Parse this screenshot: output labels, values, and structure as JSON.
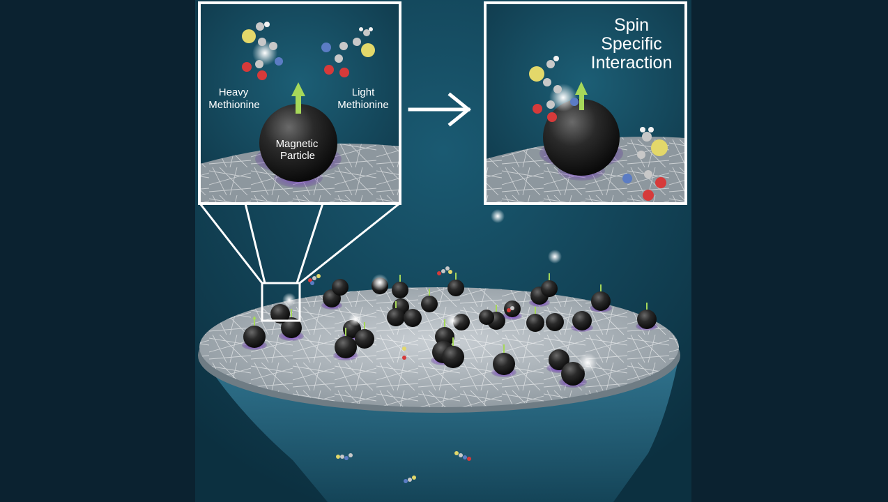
{
  "panel_left": {
    "label_heavy": [
      "Heavy",
      "Methionine"
    ],
    "label_light": [
      "Light",
      "Methionine"
    ],
    "label_particle": [
      "Magnetic",
      "Particle"
    ]
  },
  "panel_right": {
    "title": [
      "Spin",
      "Specific",
      "Interaction"
    ]
  },
  "colors": {
    "background": "#0b2230",
    "scene": "#114458",
    "frame": "#ffffff",
    "spin_arrow": "#a6d85a",
    "particle": "#1c1c1c",
    "purple_glow": "#7b2fd0",
    "sulfur": "#e3d86a",
    "oxygen": "#d63a3a",
    "nitrogen": "#5b7cc4",
    "carbon": "#c8c8c8",
    "hydrogen": "#f2f2f2"
  },
  "icons": {
    "transition_arrow": "right-arrow-icon",
    "spin_arrow": "up-arrow-icon"
  }
}
